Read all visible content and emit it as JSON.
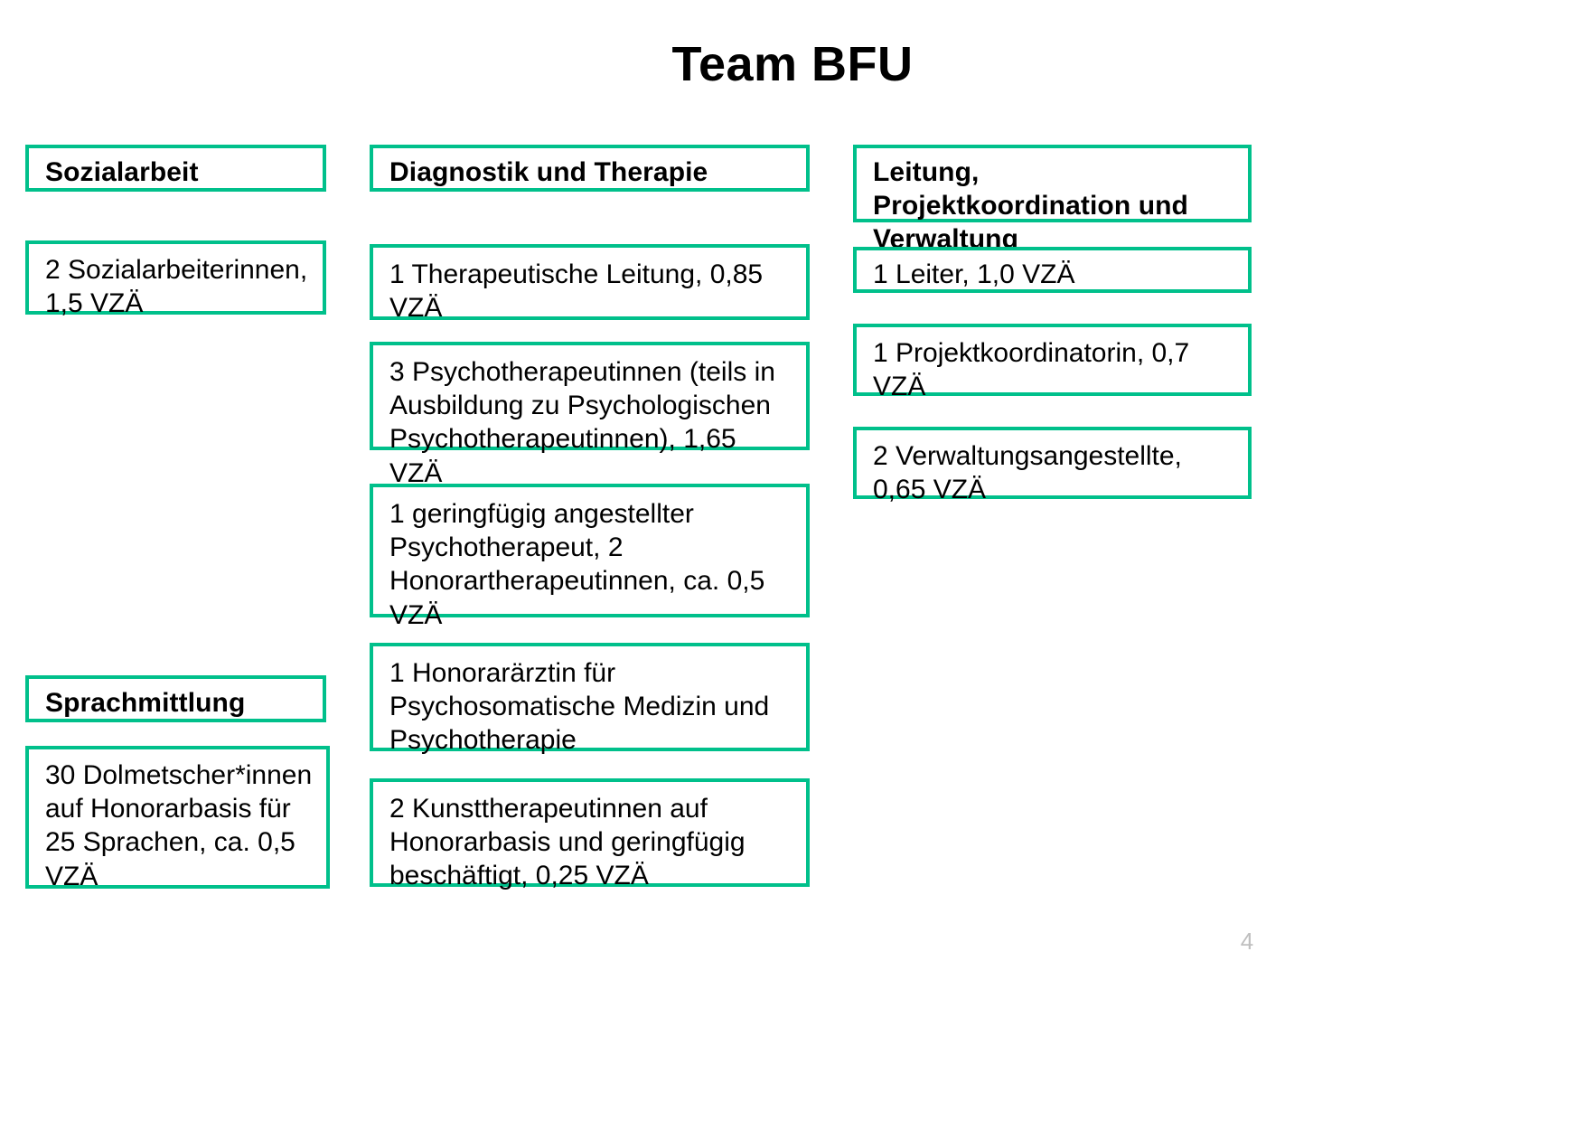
{
  "slide": {
    "title": "Team BFU",
    "page_number": "4",
    "accent_color": "#00c08b",
    "text_color": "#000000",
    "background_color": "#ffffff",
    "page_number_color": "#bfbfbf"
  },
  "columns": [
    {
      "id": "sozialarbeit",
      "header": "Sozialarbeit",
      "items": [
        "2 Sozialarbeiterinnen, 1,5 VZÄ"
      ],
      "second_header": "Sprachmittlung",
      "second_items": [
        "30 Dolmetscher*innen auf Honorarbasis für 25 Sprachen, ca. 0,5 VZÄ"
      ]
    },
    {
      "id": "diagnostik-therapie",
      "header": "Diagnostik und  Therapie",
      "items": [
        "1 Therapeutische Leitung, 0,85 VZÄ",
        "3 Psychotherapeutinnen (teils in Ausbildung zu Psychologischen Psychotherapeutinnen), 1,65 VZÄ",
        "1 geringfügig angestellter Psychotherapeut,  2 Honorartherapeutinnen, ca. 0,5 VZÄ",
        "1 Honorarärztin für Psychosomatische Medizin und Psychotherapie",
        "2 Kunsttherapeutinnen auf Honorarbasis und geringfügig beschäftigt, 0,25 VZÄ"
      ]
    },
    {
      "id": "leitung-verwaltung",
      "header": "Leitung, Projektkoordination und Verwaltung",
      "items": [
        "1 Leiter, 1,0 VZÄ",
        "1 Projektkoordinatorin, 0,7 VZÄ",
        "2 Verwaltungsangestellte, 0,65 VZÄ"
      ]
    }
  ]
}
